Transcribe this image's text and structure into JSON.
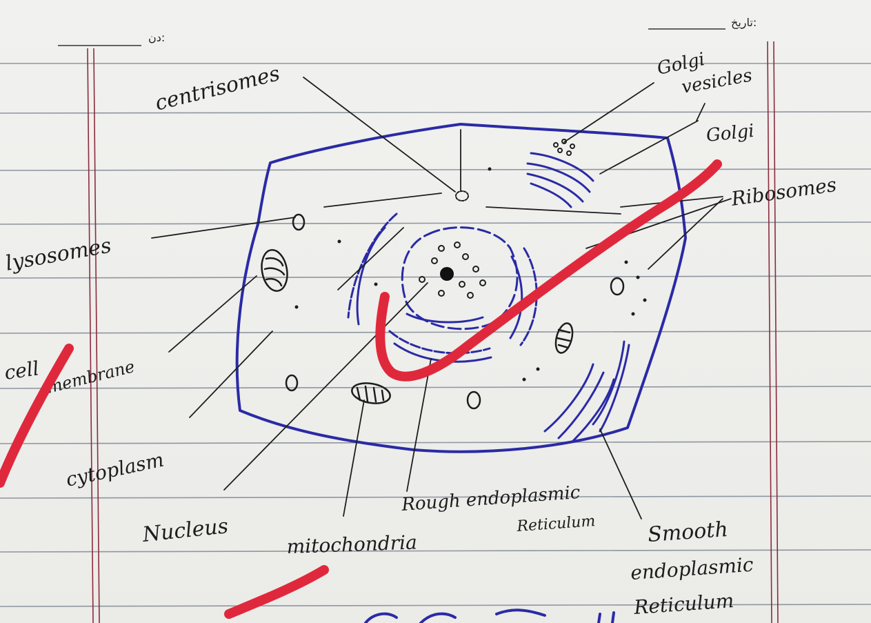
{
  "header": {
    "day_label": "دن:",
    "date_label": "تاریخ:"
  },
  "labels": {
    "centrisomes": "centrisomes",
    "golgi_vesicles_1": "Golgi",
    "golgi_vesicles_2": "vesicles",
    "golgi": "Golgi",
    "ribosomes": "Ribosomes",
    "lysosomes": "lysosomes",
    "cell_membrane_1": "cell",
    "cell_membrane_2": "membrane",
    "cytoplasm": "cytoplasm",
    "nucleus": "Nucleus",
    "mitochondria": "mitochondria",
    "rough_er_1": "Rough endoplasmic",
    "rough_er_2": "Reticulum",
    "smooth_er_1": "Smooth",
    "smooth_er_2": "endoplasmic",
    "smooth_er_3": "Reticulum"
  },
  "colors": {
    "cell_outline": "#2a2aa6",
    "pen_ink": "#1d1d1d",
    "check_mark": "#e0283c",
    "margin_line": "#8a2b3a",
    "ruled_line": "#9aa0a8"
  }
}
